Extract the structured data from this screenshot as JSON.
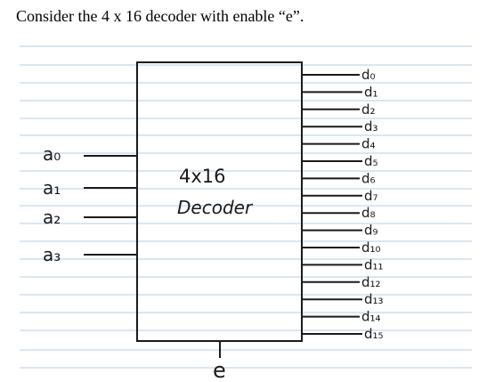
{
  "question": "Consider the 4 x 16 decoder with enable “e”.",
  "decoder": {
    "label_line1": "4x16",
    "label_line2": "Decoder",
    "inputs": [
      "a₀",
      "a₁",
      "a₂",
      "a₃"
    ],
    "outputs": [
      "d₀",
      "d₁",
      "d₂",
      "d₃",
      "d₄",
      "d₅",
      "d₆",
      "d₇",
      "d₈",
      "d₉",
      "d₁₀",
      "d₁₁",
      "d₁₂",
      "d₁₃",
      "d₁₄",
      "d₁₅"
    ],
    "enable": "e"
  },
  "colors": {
    "ruled_line": "#b7cde6",
    "ink": "#1a1a1a"
  }
}
